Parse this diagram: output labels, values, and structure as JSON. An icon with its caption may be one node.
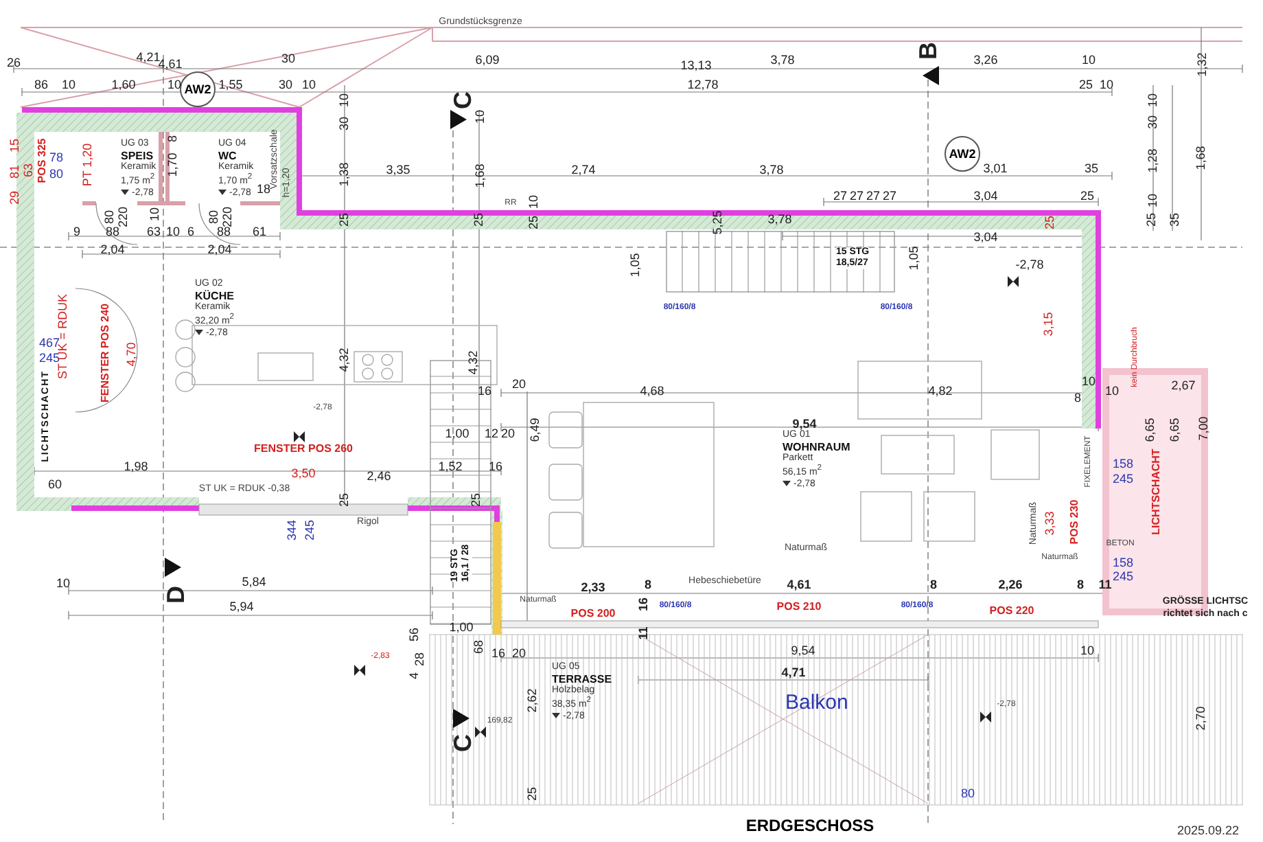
{
  "diagram": {
    "title": "ERDGESCHOSS",
    "nodes": [
      {
        "text": [
          "UG 03",
          "SPEIS",
          "Keramik",
          "1,75 m$^{2}$",
          "-2,78"
        ]
      },
      {
        "text": [
          "UG 04",
          "WC",
          "Keramik",
          "1,70 m$^{2}$",
          "-2,78"
        ]
      },
      {
        "text": [
          "UG 02",
          "KÜCHE",
          "Keramik",
          "32,20 m$^{2}$",
          "-2,78"
        ]
      },
      {
        "text": [
          "UG 01",
          "WOHNRAUM",
          "Parkett",
          "56,15 m$^{2}$",
          "-2,78"
        ]
      },
      {
        "text": [
          "UG 05",
          "TERRASSE",
          "Holzbelag",
          "38,35 m$^{2}$",
          "-2,78"
        ]
      },
      {
        "text": [
          "Balkon"
        ]
      },
      {
        "text": [
          "LICHTSCHACHT"
        ]
      },
      {
        "text": [
          "LICHTSCHACHT"
        ]
      },
      {
        "text": [
          "AW2"
        ]
      },
      {
        "text": [
          "AW2"
        ]
      },
      {
        "text": [
          "15 STG",
          "18,5/27"
        ]
      },
      {
        "text": [
          "19 STG",
          "16,1 / 28"
        ]
      }
    ],
    "labels": [
      "Grundstücksgrenze",
      "26",
      "4,21",
      "4,61",
      "30",
      "6,09",
      "13,13",
      "3,78",
      "3,26",
      "10",
      "1,32",
      "86",
      "10",
      "1,60",
      "10",
      "1,55",
      "30",
      "10",
      "12,78",
      "25",
      "10",
      "10",
      "30",
      "1,38",
      "10",
      "1,68",
      "3,35",
      "2,74",
      "3,78",
      "3,01",
      "35",
      "10",
      "30",
      "1,28",
      "10",
      "25",
      "35",
      "1,68",
      "27",
      "27",
      "27",
      "27",
      "3,04",
      "25",
      "RR",
      "10",
      "25",
      "25",
      "25",
      "3,78",
      "5,25",
      "25",
      "3,04",
      "1,05",
      "1,05",
      "-2,78",
      "15",
      "81",
      "29",
      "63",
      "POS 325",
      "78",
      "80",
      "PT 1,20",
      "8",
      "1,70",
      "80",
      "220",
      "10",
      "80",
      "220",
      "Vorsatzschale",
      "h=1,20",
      "18",
      "9",
      "88",
      "63",
      "10",
      "6",
      "88",
      "61",
      "2,04",
      "2,04",
      "467",
      "245",
      "ST UK = RDUK",
      "FENSTER POS 240",
      "4,70",
      "-2,78",
      "FENSTER POS 260",
      "3,50",
      "1,98",
      "2,46",
      "1,52",
      "16",
      "60",
      "ST UK = RDUK -0,38",
      "25",
      "25",
      "Rigol",
      "344",
      "245",
      "4,32",
      "4,32",
      "16",
      "20",
      "1,00",
      "12",
      "20",
      "6,49",
      "80/160/8",
      "80/160/8",
      "4,68",
      "9,54",
      "4,82",
      "Naturmaß",
      "3,15",
      "kein Durchbruch",
      "10",
      "8",
      "10",
      "2,67",
      "6,65",
      "6,65",
      "7,00",
      "FIXELEMENT",
      "158",
      "245",
      "Naturmaß",
      "3,33",
      "POS 230",
      "BETON",
      "Naturmaß",
      "Hebeschiebetüre",
      "158",
      "245",
      "8",
      "4,61",
      "8",
      "2,26",
      "8",
      "11",
      "16",
      "80/160/8",
      "POS 210",
      "80/160/8",
      "POS 220",
      "GRÖSSE LICHTSC",
      "richtet sich nach c",
      "11",
      "9,54",
      "10",
      "4,71",
      "-2,78",
      "2,70",
      "80",
      "2025.09.22",
      "10",
      "5,84",
      "5,94",
      "Naturmaß",
      "2,33",
      "POS 200",
      "1,00",
      "56",
      "68",
      "16",
      "20",
      "28",
      "4",
      "-2,83",
      "169,82",
      "2,62",
      "25",
      "C",
      "B",
      "D",
      "C"
    ]
  }
}
